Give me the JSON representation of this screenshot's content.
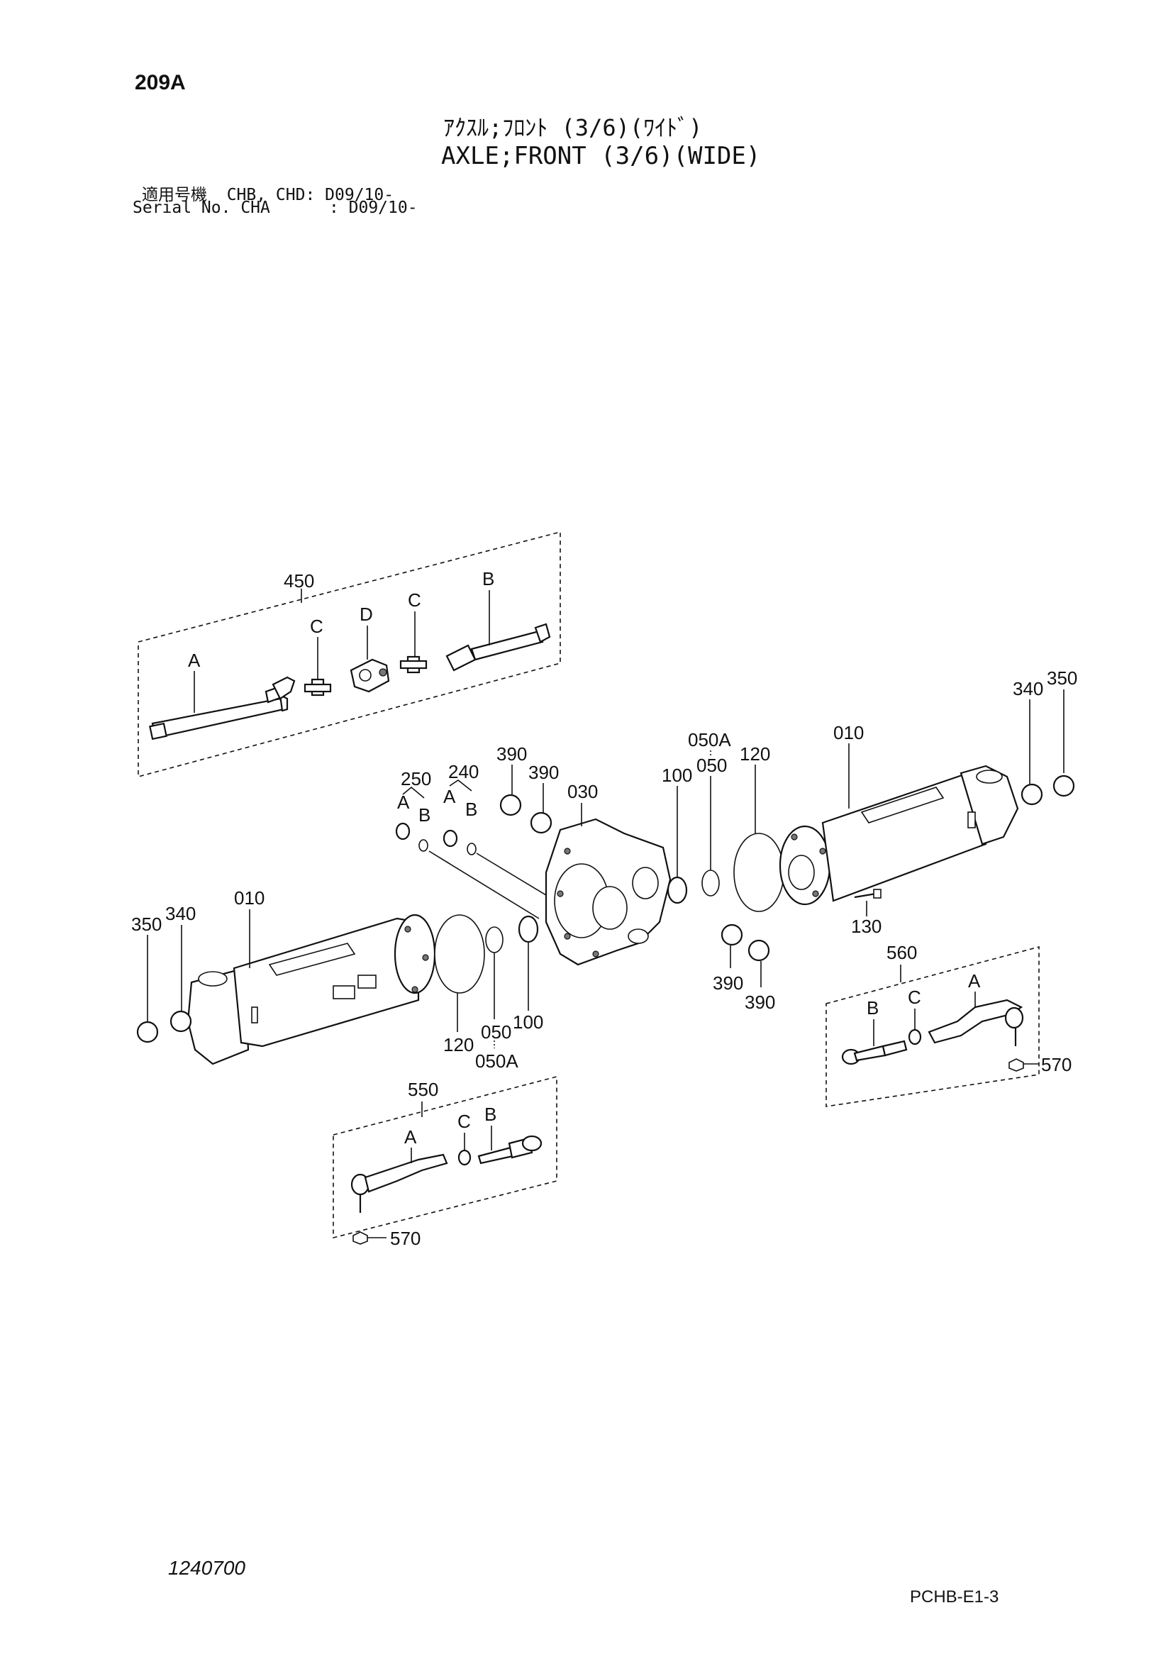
{
  "header": {
    "page_code": "209A",
    "title_jp": "ｱｸｽﾙ;ﾌﾛﾝﾄ (3/6)(ﾜｲﾄﾞ)",
    "title_en": "AXLE;FRONT (3/6)(WIDE)",
    "applicability": "適用号機  CHB, CHD: D09/10-",
    "serial": "Serial No. CHA      : D09/10-"
  },
  "callouts": {
    "c450": "450",
    "c450_a": "A",
    "c450_b": "B",
    "c450_c1": "C",
    "c450_c2": "C",
    "c450_d": "D",
    "c250": "250",
    "c250_a": "A",
    "c250_b": "B",
    "c240": "240",
    "c240_a": "A",
    "c240_b": "B",
    "c390_1": "390",
    "c390_2": "390",
    "c390_3": "390",
    "c390_4": "390",
    "c030": "030",
    "c100_r": "100",
    "c050a_r": "050A",
    "c050_r": "050",
    "c120_r": "120",
    "c010_r": "010",
    "c340_r": "340",
    "c350_r": "350",
    "c130": "130",
    "c010_l": "010",
    "c350_l": "350",
    "c340_l": "340",
    "c120_l": "120",
    "c050_l": "050",
    "c100_l": "100",
    "c050a_l": "050A",
    "c560": "560",
    "c560_a": "A",
    "c560_b": "B",
    "c560_c": "C",
    "c570_r": "570",
    "c550": "550",
    "c550_a": "A",
    "c550_b": "B",
    "c550_c": "C",
    "c570_l": "570"
  },
  "footer": {
    "drawing_no": "1240700",
    "page_ref": "PCHB-E1-3"
  }
}
